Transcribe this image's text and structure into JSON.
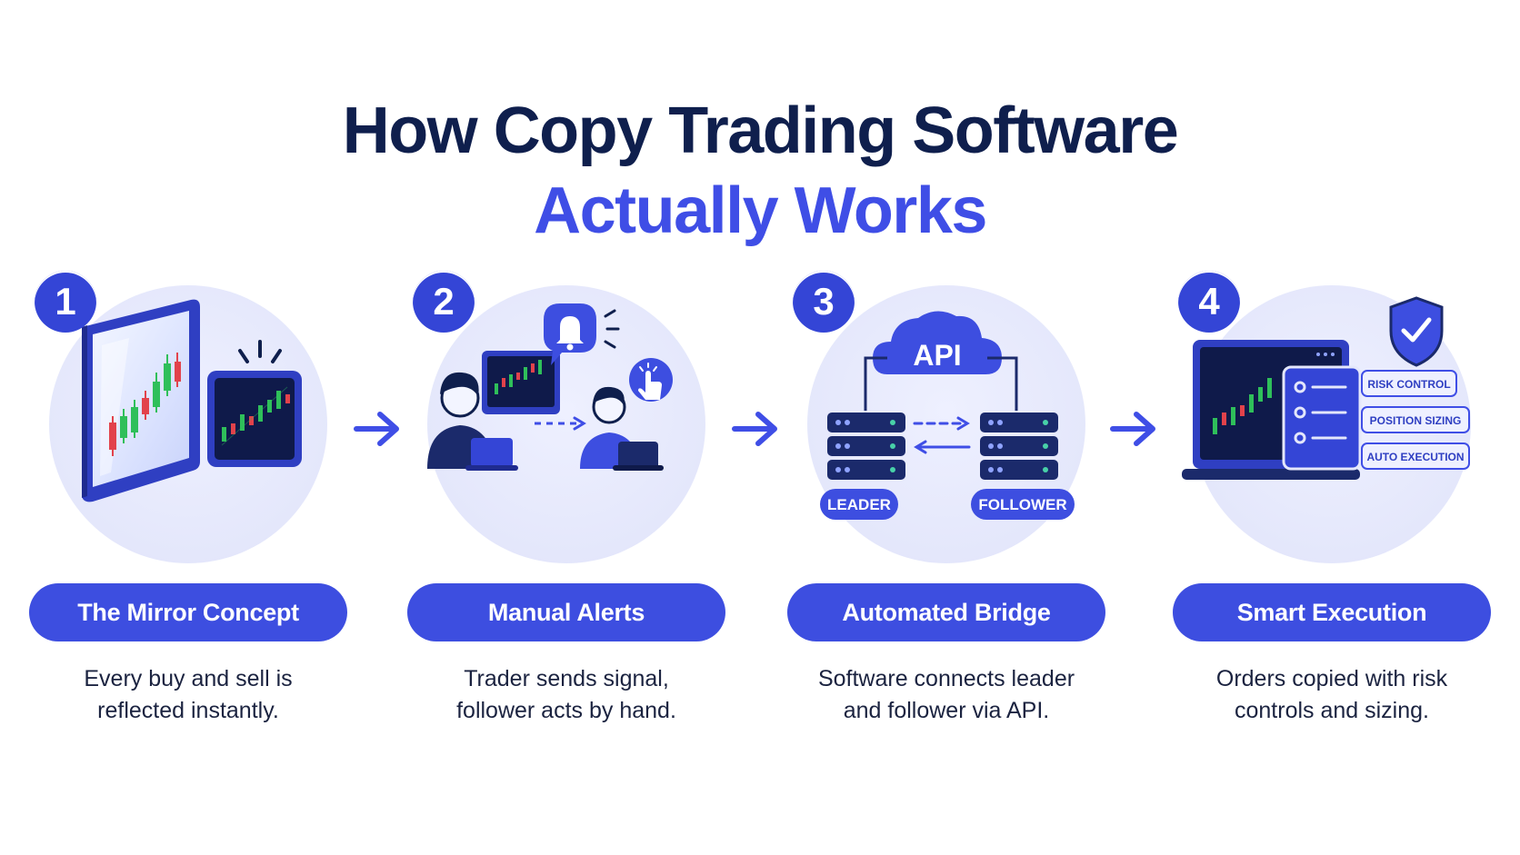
{
  "title": {
    "line1": "How Copy Trading Software",
    "line2": "Actually Works"
  },
  "colors": {
    "navy": "#0f1f4d",
    "accent": "#3f4ee6",
    "badge": "#3445d6",
    "candle_up": "#2fbf5a",
    "candle_down": "#e2424b"
  },
  "steps": [
    {
      "number": "1",
      "label": "The Mirror Concept",
      "desc_line1": "Every buy and sell is",
      "desc_line2": "reflected instantly.",
      "icons": [
        "mirror-icon",
        "chart-tablet-icon"
      ]
    },
    {
      "number": "2",
      "label": "Manual Alerts",
      "desc_line1": "Trader sends signal,",
      "desc_line2": "follower acts by hand.",
      "icons": [
        "bell-icon",
        "trader-icon",
        "follower-icon",
        "tap-icon"
      ]
    },
    {
      "number": "3",
      "label": "Automated Bridge",
      "desc_line1": "Software connects leader",
      "desc_line2": "and follower via API.",
      "cloud_label": "API",
      "left_tag": "LEADER",
      "right_tag": "FOLLOWER",
      "icons": [
        "cloud-icon",
        "server-icon",
        "sync-arrows-icon"
      ]
    },
    {
      "number": "4",
      "label": "Smart Execution",
      "desc_line1": "Orders copied with risk",
      "desc_line2": "controls and sizing.",
      "features": [
        "RISK CONTROL",
        "POSITION SIZING",
        "AUTO EXECUTION"
      ],
      "icons": [
        "laptop-chart-icon",
        "shield-check-icon",
        "settings-panel-icon"
      ]
    }
  ]
}
